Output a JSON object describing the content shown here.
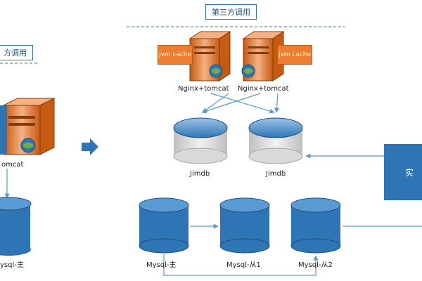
{
  "labels": {
    "third_party_top": "第三方调用",
    "third_party_left": "方调用",
    "jvm_cache_1": "jvm cache",
    "jvm_cache_2": "jvm cache",
    "nginx_tomcat_1": "Nginx+tomcat",
    "nginx_tomcat_2": "Nginx+tomcat",
    "left_tomcat": "omcat",
    "jimdb_1": "Jimdb",
    "jimdb_2": "Jimdb",
    "mysql_master": "Mysql-主",
    "mysql_slave1": "Mysql-从1",
    "mysql_slave2": "Mysql-从2",
    "left_mysql": "ysql-主",
    "side_box": "实"
  },
  "colors": {
    "cylinder_blue": "#2e75b6",
    "cylinder_gray": "#d0d0d0",
    "server_orange": "#ed7d31",
    "arrow_blue": "#5b9bd5"
  }
}
